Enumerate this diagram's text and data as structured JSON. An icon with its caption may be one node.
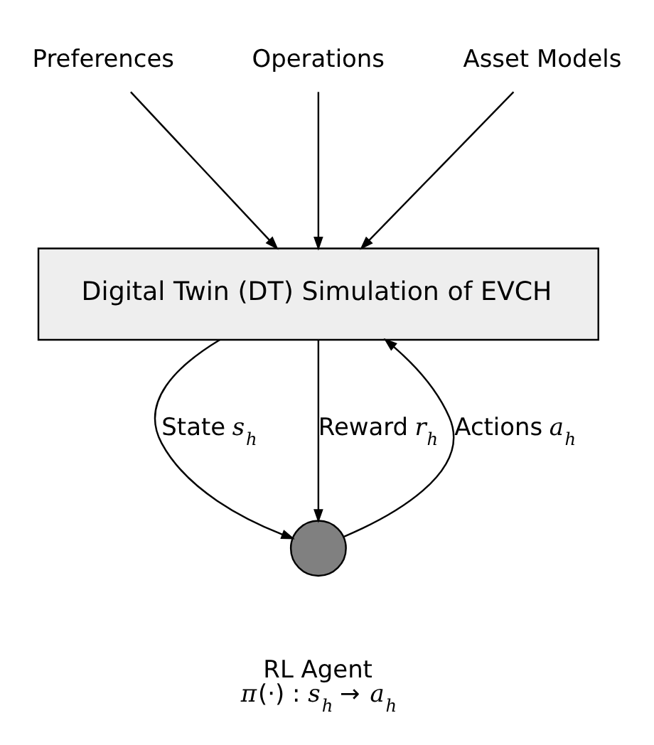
{
  "diagram": {
    "nodes": [
      {
        "text": [
          "Preferences"
        ]
      },
      {
        "text": [
          "Operations"
        ]
      },
      {
        "text": [
          "Asset Models"
        ]
      },
      {
        "text": [
          "Digital Twin (DT) Simulation of EVCH"
        ]
      },
      {
        "text": [],
        "shape": "circle",
        "beside": [
          "RL Agent",
          "*π*(·) : *s*$_{h}$ → *a*$_{h}$"
        ]
      }
    ],
    "edges": [
      {
        "from": 0,
        "to": 3,
        "arrow": "to"
      },
      {
        "from": 1,
        "to": 3,
        "arrow": "to"
      },
      {
        "from": 2,
        "to": 3,
        "arrow": "to"
      },
      {
        "from": 3,
        "to": 4,
        "arrow": "to",
        "label": "State *s*$_{h}$"
      },
      {
        "from": 4,
        "to": 3,
        "arrow": "to",
        "label": "Actions *a*$_{h}$"
      },
      {
        "from": 3,
        "to": 4,
        "arrow": "to",
        "label": "Reward *r*$_{h}$"
      }
    ]
  }
}
